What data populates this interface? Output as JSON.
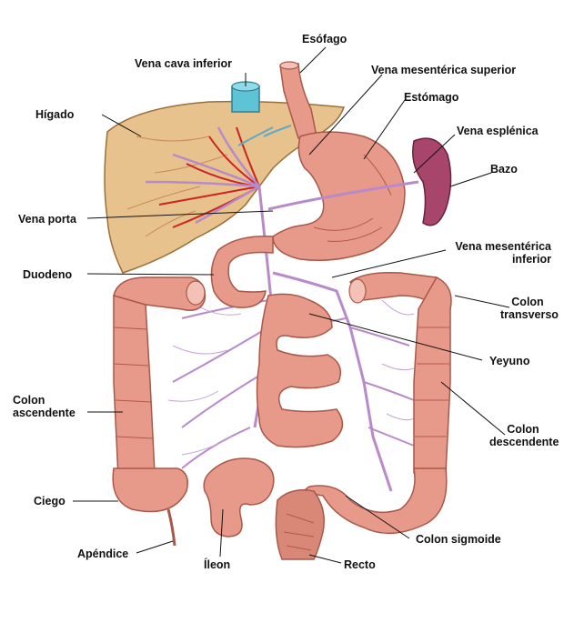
{
  "labels": {
    "esofago": "Esófago",
    "vena_cava_inferior": "Vena cava inferior",
    "vena_mesenterica_superior": "Vena mesentérica superior",
    "estomago": "Estómago",
    "higado": "Hígado",
    "vena_esplenica": "Vena esplénica",
    "bazo": "Bazo",
    "vena_porta": "Vena porta",
    "vena_mesenterica_inferior_1": "Vena mesentérica",
    "vena_mesenterica_inferior_2": "inferior",
    "duodeno": "Duodeno",
    "colon_transverso_1": "Colon",
    "colon_transverso_2": "transverso",
    "yeyuno": "Yeyuno",
    "colon_ascendente_1": "Colon",
    "colon_ascendente_2": "ascendente",
    "colon_descendente_1": "Colon",
    "colon_descendente_2": "descendente",
    "ciego": "Ciego",
    "colon_sigmoide": "Colon sigmoide",
    "apendice": "Apéndice",
    "ileon": "Íleon",
    "recto": "Recto"
  },
  "colors": {
    "liver": "#e8c28c",
    "organ_pink": "#e89a8a",
    "organ_dark": "#b45848",
    "vein": "#b98ac9",
    "cava": "#5fc3d6",
    "spleen": "#a8456a",
    "leader_line": "#111111"
  }
}
